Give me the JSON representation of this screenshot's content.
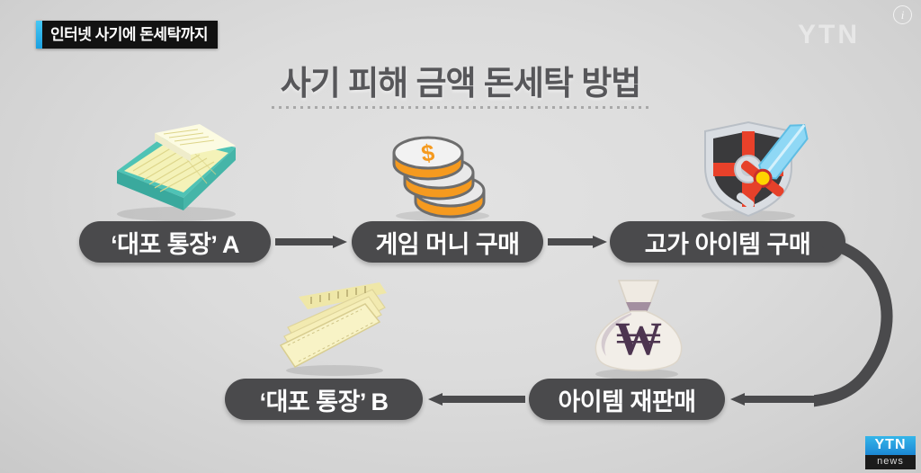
{
  "broadcast": {
    "watermark": "YTN",
    "info_icon": "i",
    "logo_main": "YTN",
    "logo_sub": "news"
  },
  "headline": {
    "text": "인터넷 사기에 돈세탁까지"
  },
  "chart": {
    "title": "사기 피해 금액 돈세탁 방법"
  },
  "chart_data": {
    "type": "diagram",
    "title": "사기 피해 금액 돈세탁 방법",
    "layout": "cycle-flow",
    "nodes": [
      {
        "id": "n1",
        "label": "‘대포 통장’ A",
        "icon": "passbook-icon",
        "row": "top",
        "order": 1
      },
      {
        "id": "n2",
        "label": "게임 머니 구매",
        "icon": "coins-icon",
        "row": "top",
        "order": 2
      },
      {
        "id": "n3",
        "label": "고가 아이템 구매",
        "icon": "game-item-icon",
        "row": "top",
        "order": 3
      },
      {
        "id": "n4",
        "label": "아이템 재판매",
        "icon": "money-bag-icon",
        "row": "bottom",
        "order": 4
      },
      {
        "id": "n5",
        "label": "‘대포 통장’ B",
        "icon": "passbook-icon",
        "row": "bottom",
        "order": 5
      }
    ],
    "edges": [
      {
        "from": "n1",
        "to": "n2",
        "direction": "right"
      },
      {
        "from": "n2",
        "to": "n3",
        "direction": "right"
      },
      {
        "from": "n3",
        "to": "n4",
        "direction": "curve-down-left"
      },
      {
        "from": "n4",
        "to": "n5",
        "direction": "left"
      }
    ],
    "colors": {
      "background": "#dcdcdc",
      "pill": "#4a4a4c",
      "pill_text": "#ffffff",
      "title_text": "#57575a",
      "headline_bg": "#121212",
      "headline_accent": "#32b4ec",
      "arrow": "#4a4a4c"
    }
  },
  "nodes": {
    "n1": {
      "label": "‘대포 통장’ A"
    },
    "n2": {
      "label": "게임 머니 구매"
    },
    "n3": {
      "label": "고가 아이템 구매"
    },
    "n4": {
      "label": "아이템 재판매"
    },
    "n5": {
      "label": "‘대포 통장’ B"
    }
  }
}
